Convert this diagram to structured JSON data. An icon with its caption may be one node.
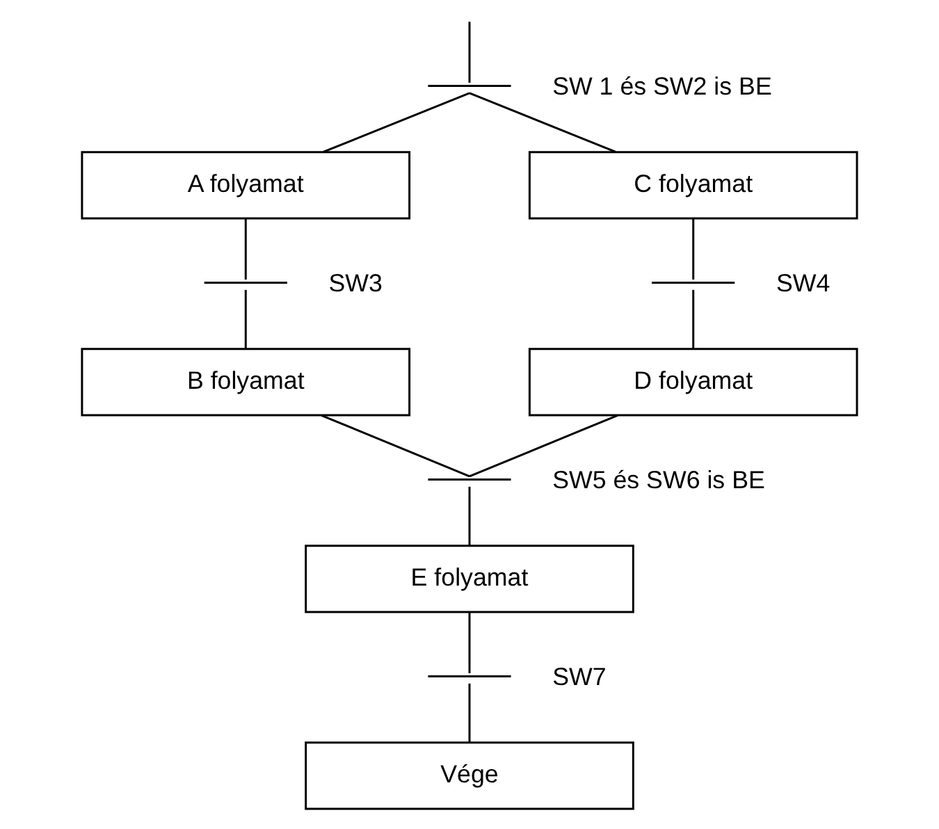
{
  "diagram": {
    "nodes": [
      {
        "text": [
          "SW 1 és SW2 is BE"
        ]
      },
      {
        "text": [
          "A folyamat"
        ]
      },
      {
        "text": [
          "C folyamat"
        ]
      },
      {
        "text": [
          "SW3"
        ]
      },
      {
        "text": [
          "SW4"
        ]
      },
      {
        "text": [
          "B folyamat"
        ]
      },
      {
        "text": [
          "D folyamat"
        ]
      },
      {
        "text": [
          "SW5 és SW6 is BE"
        ]
      },
      {
        "text": [
          "E folyamat"
        ]
      },
      {
        "text": [
          "SW7"
        ]
      },
      {
        "text": [
          "Vége"
        ]
      }
    ],
    "edges": [
      {
        "from": null,
        "to": 0,
        "arrow": "none"
      },
      {
        "from": 0,
        "to": 1,
        "arrow": "none"
      },
      {
        "from": 0,
        "to": 2,
        "arrow": "none"
      },
      {
        "from": 1,
        "to": 3,
        "arrow": "none"
      },
      {
        "from": 2,
        "to": 4,
        "arrow": "none"
      },
      {
        "from": 3,
        "to": 5,
        "arrow": "none"
      },
      {
        "from": 4,
        "to": 6,
        "arrow": "none"
      },
      {
        "from": 5,
        "to": 7,
        "arrow": "none"
      },
      {
        "from": 6,
        "to": 7,
        "arrow": "none"
      },
      {
        "from": 7,
        "to": 8,
        "arrow": "none"
      },
      {
        "from": 8,
        "to": 9,
        "arrow": "none"
      },
      {
        "from": 9,
        "to": 10,
        "arrow": "none"
      }
    ]
  }
}
